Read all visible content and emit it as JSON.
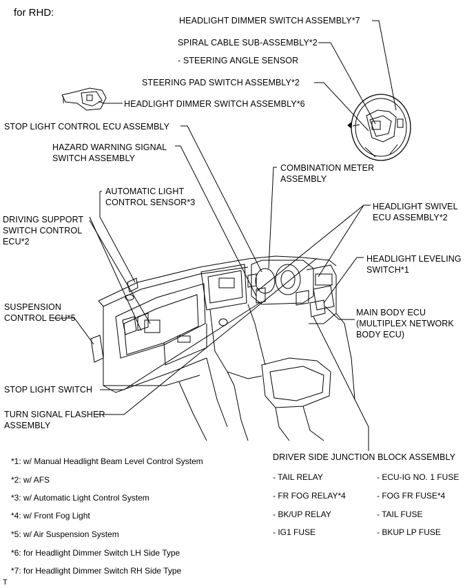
{
  "header": "for RHD:",
  "callouts": {
    "dimmer_rh": "HEADLIGHT DIMMER SWITCH ASSEMBLY*7",
    "spiral_cable": "SPIRAL CABLE SUB-ASSEMBLY*2",
    "steering_angle": "- STEERING ANGLE SENSOR",
    "steering_pad": "STEERING PAD SWITCH ASSEMBLY*2",
    "dimmer_lh": "HEADLIGHT DIMMER SWITCH ASSEMBLY*6",
    "stop_light_ecu": "STOP LIGHT CONTROL ECU ASSEMBLY",
    "hazard": "HAZARD WARNING SIGNAL\nSWITCH ASSEMBLY",
    "combination_meter": "COMBINATION METER\nASSEMBLY",
    "auto_light_sensor": "AUTOMATIC LIGHT\nCONTROL SENSOR*3",
    "swivel_ecu": "HEADLIGHT SWIVEL\nECU ASSEMBLY*2",
    "driving_support": "DRIVING SUPPORT\nSWITCH CONTROL\nECU*2",
    "leveling_switch": "HEADLIGHT LEVELING\nSWITCH*1",
    "suspension_ecu": "SUSPENSION\nCONTROL ECU*5",
    "main_body_ecu": "MAIN BODY ECU\n(MULTIPLEX NETWORK\nBODY ECU)",
    "stop_light_switch": "STOP LIGHT SWITCH",
    "turn_flasher": "TURN SIGNAL FLASHER\nASSEMBLY",
    "junction_block": "DRIVER SIDE JUNCTION BLOCK ASSEMBLY"
  },
  "junction_items_left": [
    "- TAIL RELAY",
    "- FR FOG RELAY*4",
    "- BK/UP RELAY",
    "- IG1 FUSE"
  ],
  "junction_items_right": [
    "- ECU-IG NO. 1 FUSE",
    "- FOG FR FUSE*4",
    "- TAIL FUSE",
    "- BKUP LP FUSE"
  ],
  "footnotes": [
    "*1: w/ Manual Headlight Beam Level Control System",
    "*2: w/ AFS",
    "*3: w/ Automatic Light Control System",
    "*4: w/ Front Fog Light",
    "*5: w/ Air Suspension System",
    "*6: for Headlight Dimmer Switch LH Side Type",
    "*7: for Headlight Dimmer Switch RH Side Type"
  ],
  "corner_mark": "T"
}
